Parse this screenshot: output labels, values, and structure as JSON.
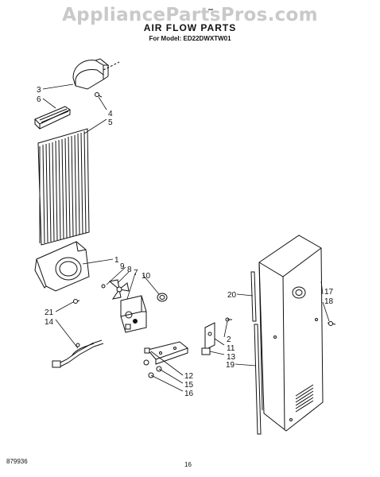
{
  "watermark": "AppliancePartsPros.com",
  "title": "AIR FLOW PARTS",
  "subtitle": "For Model: ED22DWXTW01",
  "footer": {
    "doc_number": "879936",
    "page_number": "16"
  },
  "callouts": [
    "3",
    "6",
    "4",
    "5",
    "1",
    "9",
    "8",
    "7",
    "10",
    "21",
    "14",
    "2",
    "11",
    "13",
    "12",
    "15",
    "16",
    "20",
    "17",
    "18",
    "19"
  ]
}
